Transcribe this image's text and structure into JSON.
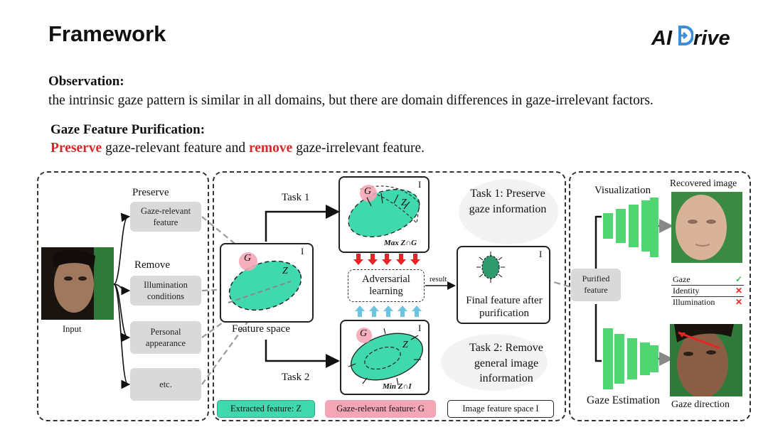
{
  "header": {
    "title": "Framework",
    "logo_ai": "AI",
    "logo_drive": "rive",
    "logo_icon": "drive-logo-d"
  },
  "observation": {
    "heading": "Observation:",
    "text": "the intrinsic gaze pattern is similar in all domains, but there are domain differences in gaze-irrelevant factors."
  },
  "purification": {
    "heading": "Gaze Feature Purification:",
    "preserve": "Preserve",
    "mid": " gaze-relevant feature and ",
    "remove": "remove",
    "tail": " gaze-irrelevant feature."
  },
  "left_panel": {
    "input_label": "Input",
    "preserve_label": "Preserve",
    "remove_label": "Remove",
    "boxes": [
      "Gaze-relevant feature",
      "Illumination conditions",
      "Personal appearance",
      "etc."
    ]
  },
  "middle_panel": {
    "feature_space": "Feature space",
    "task1": "Task 1",
    "task2": "Task 2",
    "I": "I",
    "G": "G",
    "Z": "Z",
    "max": "Max Z∩G",
    "min": "Min Z∩I",
    "adversarial": "Adversarial learning",
    "result": "result",
    "final_feature": "Final feature after purification",
    "task1_desc": "Task 1: Preserve gaze information",
    "task2_desc": "Task 2: Remove general image information",
    "legend_extracted": "Extracted feature: Z",
    "legend_gaze": "Gaze-relevant feature: G",
    "legend_image": "Image feature space I"
  },
  "right_panel": {
    "visualization": "Visualization",
    "recovered": "Recovered image",
    "purified": "Purified feature",
    "gaze_estimation": "Gaze Estimation",
    "gaze_direction": "Gaze direction",
    "table": [
      {
        "label": "Gaze",
        "mark": "✓"
      },
      {
        "label": "Identity",
        "mark": "✕"
      },
      {
        "label": "Illumination",
        "mark": "✕"
      }
    ]
  },
  "colors": {
    "teal": "#3fd9ad",
    "pink": "#f4a6b6",
    "green": "#4fd672",
    "red": "#e52525",
    "cyan_arrow": "#6cc5e0"
  }
}
